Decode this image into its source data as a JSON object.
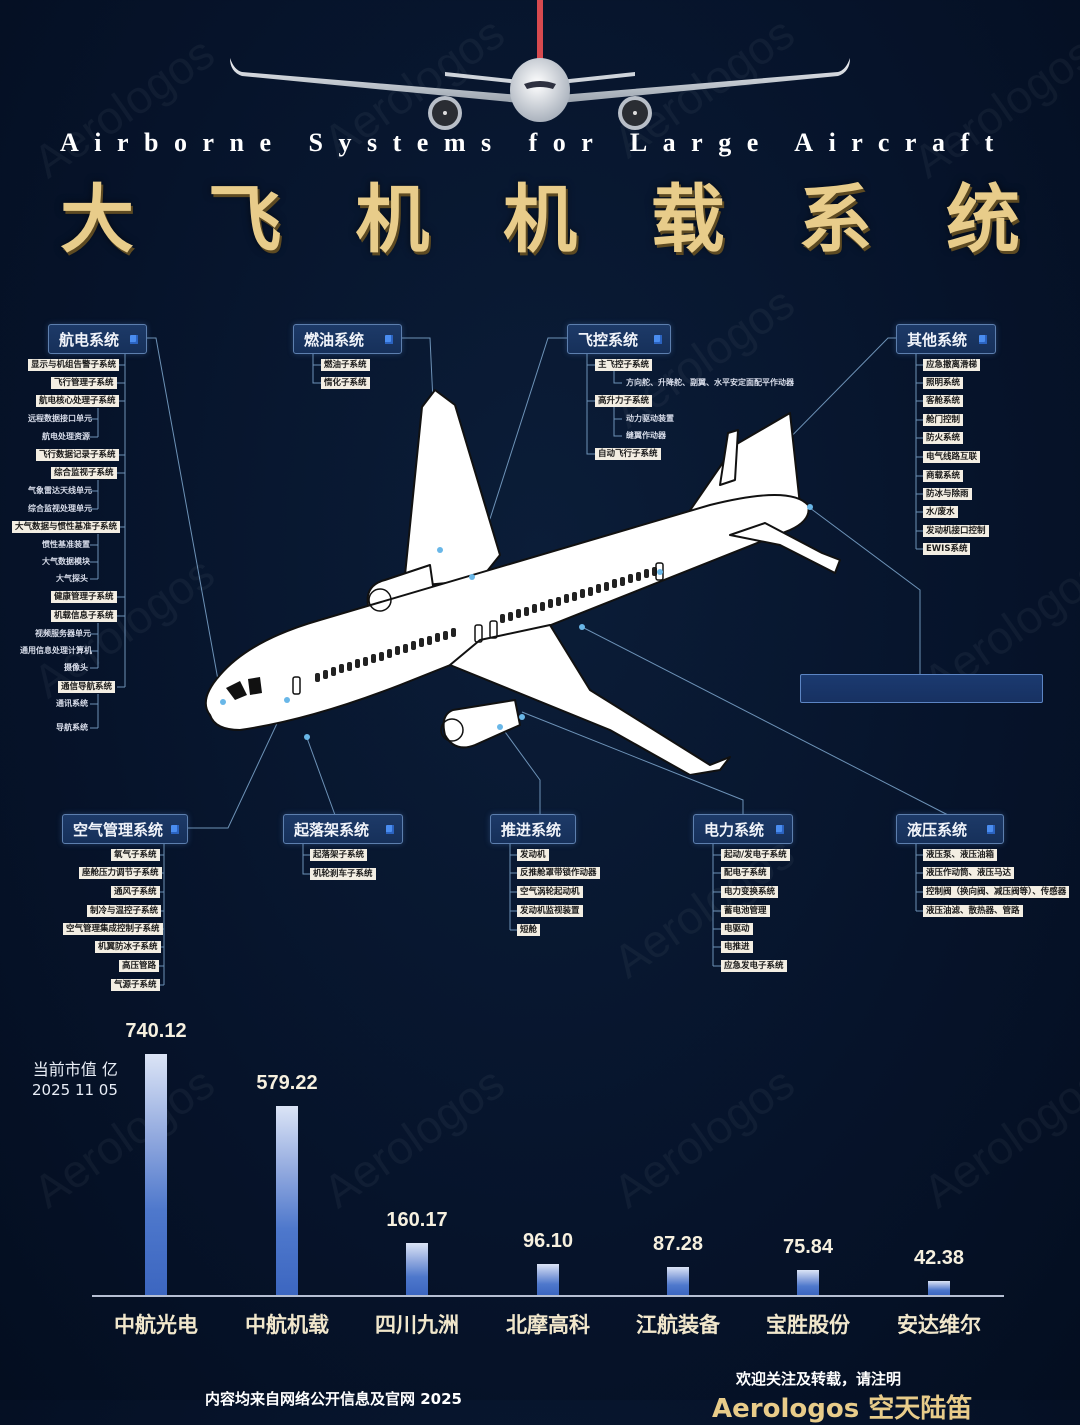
{
  "header": {
    "subtitle_en": "Airborne Systems for Large Aircraft",
    "title_cn_chars": [
      "大",
      "飞",
      "机",
      "机",
      "载",
      "系",
      "统"
    ],
    "watermark": "Aerologos"
  },
  "systems": {
    "avionics": {
      "title": "航电系统",
      "items": [
        {
          "label": "显示与机组告警子系统",
          "level": 1
        },
        {
          "label": "飞行管理子系统",
          "level": 1
        },
        {
          "label": "航电核心处理子系统",
          "level": 1
        },
        {
          "label": "远程数据接口单元",
          "level": 2
        },
        {
          "label": "航电处理资源",
          "level": 2
        },
        {
          "label": "飞行数据记录子系统",
          "level": 1
        },
        {
          "label": "综合监视子系统",
          "level": 1
        },
        {
          "label": "气象雷达天线单元",
          "level": 2
        },
        {
          "label": "综合监视处理单元",
          "level": 2
        },
        {
          "label": "大气数据与惯性基准子系统",
          "level": 1
        },
        {
          "label": "惯性基准装置",
          "level": 2
        },
        {
          "label": "大气数据模块",
          "level": 2
        },
        {
          "label": "大气探头",
          "level": 2
        },
        {
          "label": "健康管理子系统",
          "level": 1
        },
        {
          "label": "机载信息子系统",
          "level": 1
        },
        {
          "label": "视频服务器单元",
          "level": 2
        },
        {
          "label": "通用信息处理计算机",
          "level": 2
        },
        {
          "label": "摄像头",
          "level": 2
        },
        {
          "label": "通信导航系统",
          "level": 1
        },
        {
          "label": "通讯系统",
          "level": 2
        },
        {
          "label": "导航系统",
          "level": 2
        }
      ]
    },
    "fuel": {
      "title": "燃油系统",
      "items": [
        "燃油子系统",
        "惰化子系统"
      ]
    },
    "flight_control": {
      "title": "飞控系统",
      "items": [
        {
          "label": "主飞控子系统",
          "level": 1
        },
        {
          "label": "方向舵、升降舵、副翼、水平安定面配平作动器",
          "level": 2
        },
        {
          "label": "高升力子系统",
          "level": 1
        },
        {
          "label": "动力驱动装置",
          "level": 2
        },
        {
          "label": "缝翼作动器",
          "level": 2
        },
        {
          "label": "自动飞行子系统",
          "level": 1
        }
      ]
    },
    "other": {
      "title": "其他系统",
      "items": [
        "应急撤离滑梯",
        "照明系统",
        "客舱系统",
        "舱门控制",
        "防火系统",
        "电气线路互联",
        "商载系统",
        "防冰与除雨",
        "水/废水",
        "发动机接口控制",
        "EWIS系统"
      ]
    },
    "air_management": {
      "title": "空气管理系统",
      "items": [
        "氧气子系统",
        "座舱压力调节子系统",
        "通风子系统",
        "制冷与温控子系统",
        "空气管理集成控制子系统",
        "机翼防冰子系统",
        "高压管路",
        "气源子系统"
      ]
    },
    "landing_gear": {
      "title": "起落架系统",
      "items": [
        "起落架子系统",
        "机轮刹车子系统"
      ]
    },
    "propulsion": {
      "title": "推进系统",
      "items": [
        "发动机",
        "反推舱罩带锁作动器",
        "空气涡轮起动机",
        "发动机监视装置",
        "短舱"
      ]
    },
    "electrical": {
      "title": "电力系统",
      "items": [
        "起动/发电子系统",
        "配电子系统",
        "电力变换系统",
        "蓄电池管理",
        "电驱动",
        "电推进",
        "应急发电子系统"
      ]
    },
    "hydraulic": {
      "title": "液压系统",
      "items": [
        "液压泵、液压油箱",
        "液压作动筒、液压马达",
        "控制阀（换向阀、减压阀等）、传感器",
        "液压油滤、散热器、管路"
      ]
    }
  },
  "chart_data": {
    "type": "bar",
    "title": "当前市值 亿",
    "subtitle": "2025 11 05",
    "categories": [
      "中航光电",
      "中航机载",
      "四川九洲",
      "北摩高科",
      "江航装备",
      "宝胜股份",
      "安达维尔"
    ],
    "values": [
      740.12,
      579.22,
      160.17,
      96.1,
      87.28,
      75.84,
      42.38
    ],
    "value_labels": [
      "740.12",
      "579.22",
      "160.17",
      "96.10",
      "87.28",
      "75.84",
      "42.38"
    ],
    "xlabel": "",
    "ylabel": "当前市值 亿",
    "grid": false,
    "bar_color": "#4a74c8"
  },
  "footer": {
    "source_text": "内容均来自网络公开信息及官网 2025",
    "follow_text": "欢迎关注及转载，请注明",
    "brand_text": "Aerologos 空天陆笛"
  }
}
